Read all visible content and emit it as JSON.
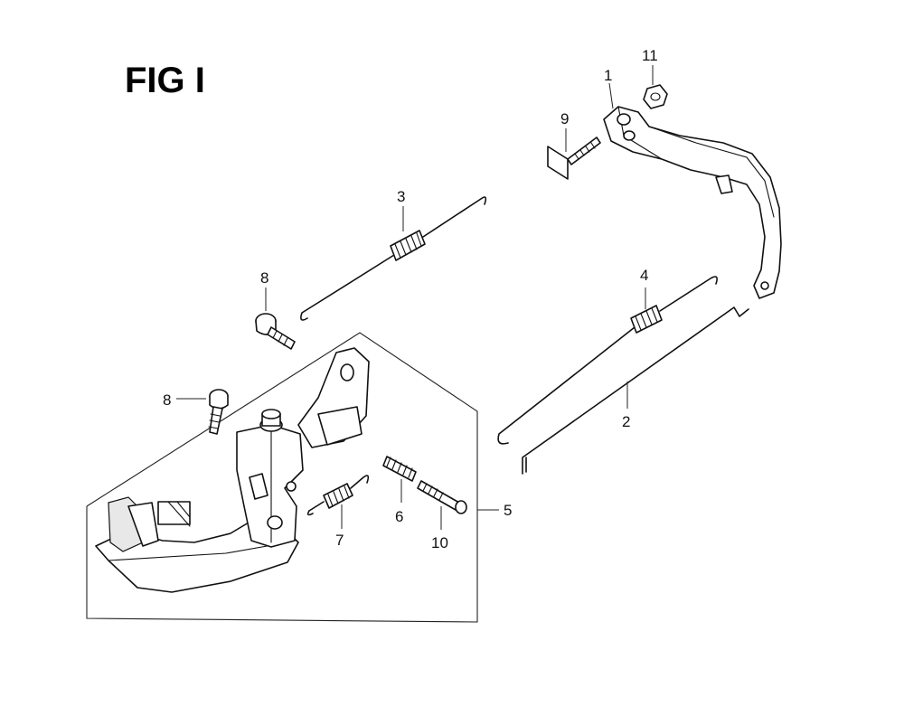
{
  "figure": {
    "title": "FIG I"
  },
  "callouts": {
    "c1": "1",
    "c2": "2",
    "c3": "3",
    "c4": "4",
    "c5": "5",
    "c6": "6",
    "c7": "7",
    "c8a": "8",
    "c8b": "8",
    "c9": "9",
    "c10": "10",
    "c11": "11"
  },
  "colors": {
    "line": "#111111",
    "background": "#ffffff"
  }
}
